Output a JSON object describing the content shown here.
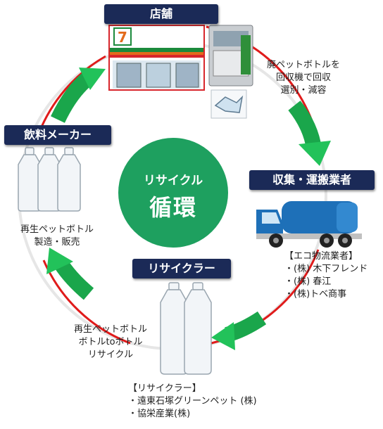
{
  "center": {
    "line1": "リサイクル",
    "line2": "循環"
  },
  "stages": {
    "store": "店舗",
    "collector": "収集・運搬業者",
    "recycler": "リサイクラー",
    "maker": "飲料メーカー"
  },
  "notes": {
    "store_action": [
      "廃ペットボトルを",
      "回収機で回収",
      "選別・減容"
    ],
    "collector_list_title": "【エコ物流業者】",
    "collector_list": [
      "・(株) 木下フレンド",
      "・(株) 春江",
      "・(株)トベ商事"
    ],
    "recycler_action": [
      "再生ペットボトル",
      "ボトルtoボトル",
      "リサイクル"
    ],
    "recycler_list_title": "【リサイクラー】",
    "recycler_list": [
      "・遠東石塚グリーンペット (株)",
      "・協栄産業(株)"
    ],
    "maker_action": [
      "再生ペットボトル",
      "製造・販売"
    ]
  },
  "colors": {
    "label_bg": "#1b2a57",
    "center": "#1ea05f",
    "arrow_green": "#22c25a",
    "ring": "#e01b1b",
    "store_red": "#d8262c"
  },
  "icons": [
    "store-illustration",
    "recycling-machine-icon",
    "crushed-bottle-icon",
    "garbage-truck-icon",
    "pet-bottles-icon"
  ]
}
